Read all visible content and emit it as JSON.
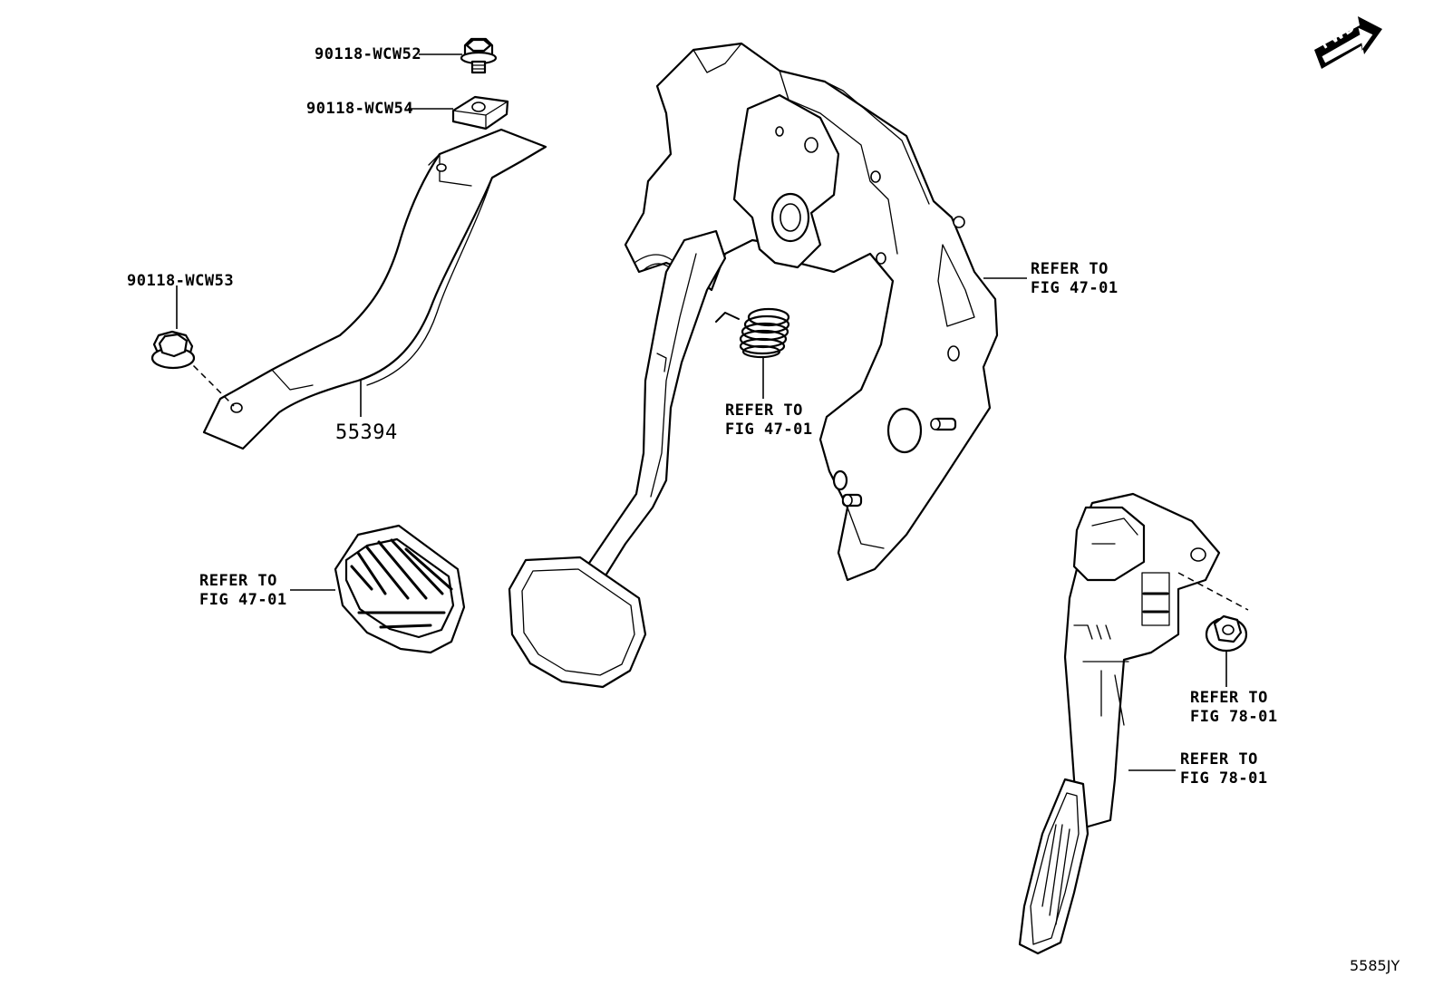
{
  "labels": {
    "bolt_top": "90118-WCW52",
    "nut_clip": "90118-WCW54",
    "bolt_left": "90118-WCW53",
    "bracket_part": "55394",
    "ref_bracket_line1": "REFER TO",
    "ref_bracket_line2": "FIG 47-01",
    "ref_spring_line1": "REFER TO",
    "ref_spring_line2": "FIG 47-01",
    "ref_pad_line1": "REFER TO",
    "ref_pad_line2": "FIG 47-01",
    "ref_nut_line1": "REFER TO",
    "ref_nut_line2": "FIG 78-01",
    "ref_accel_line1": "REFER TO",
    "ref_accel_line2": "FIG 78-01"
  },
  "fwd_indicator": "FWD",
  "diagram_code": "5585JY",
  "icons": {
    "fwd_arrow": "fwd-arrow-icon"
  }
}
